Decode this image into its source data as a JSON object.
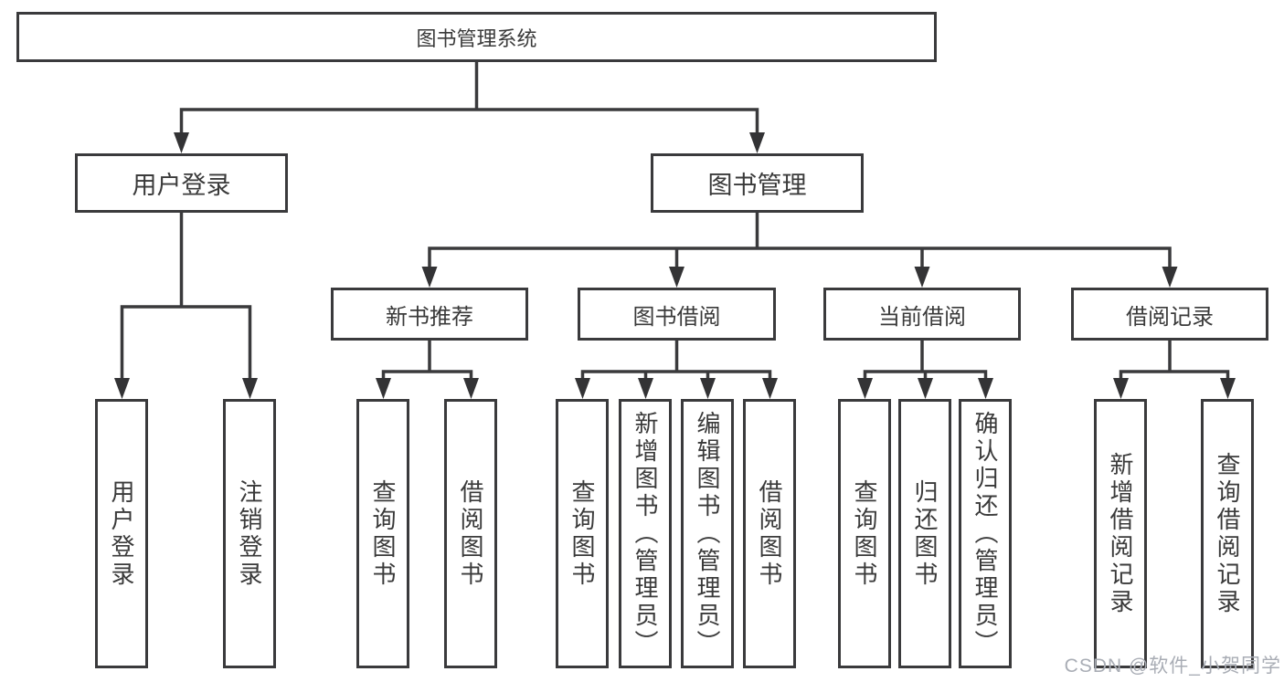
{
  "diagram": {
    "type": "tree-flowchart",
    "colors": {
      "line": "#3a3a3c",
      "text": "#3a3a3a",
      "box_background": "#ffffff",
      "page_background": "#ffffff",
      "watermark": "#a9adb5"
    }
  },
  "tree": {
    "root": {
      "label": "图书管理系统",
      "children": [
        {
          "label": "用户登录",
          "children": [
            {
              "label": "用户登录"
            },
            {
              "label": "注销登录"
            }
          ]
        },
        {
          "label": "图书管理",
          "children": [
            {
              "label": "新书推荐",
              "children": [
                {
                  "label": "查询图书"
                },
                {
                  "label": "借阅图书"
                }
              ]
            },
            {
              "label": "图书借阅",
              "children": [
                {
                  "label": "查询图书"
                },
                {
                  "label": "新增图书（管理员）"
                },
                {
                  "label": "编辑图书（管理员）"
                },
                {
                  "label": "借阅图书"
                }
              ]
            },
            {
              "label": "当前借阅",
              "children": [
                {
                  "label": "查询图书"
                },
                {
                  "label": "归还图书"
                },
                {
                  "label": "确认归还（管理员）"
                }
              ]
            },
            {
              "label": "借阅记录",
              "children": [
                {
                  "label": "新增借阅记录"
                },
                {
                  "label": "查询借阅记录"
                }
              ]
            }
          ]
        }
      ]
    }
  },
  "watermark": {
    "text": "CSDN @软件_小贺同学"
  }
}
